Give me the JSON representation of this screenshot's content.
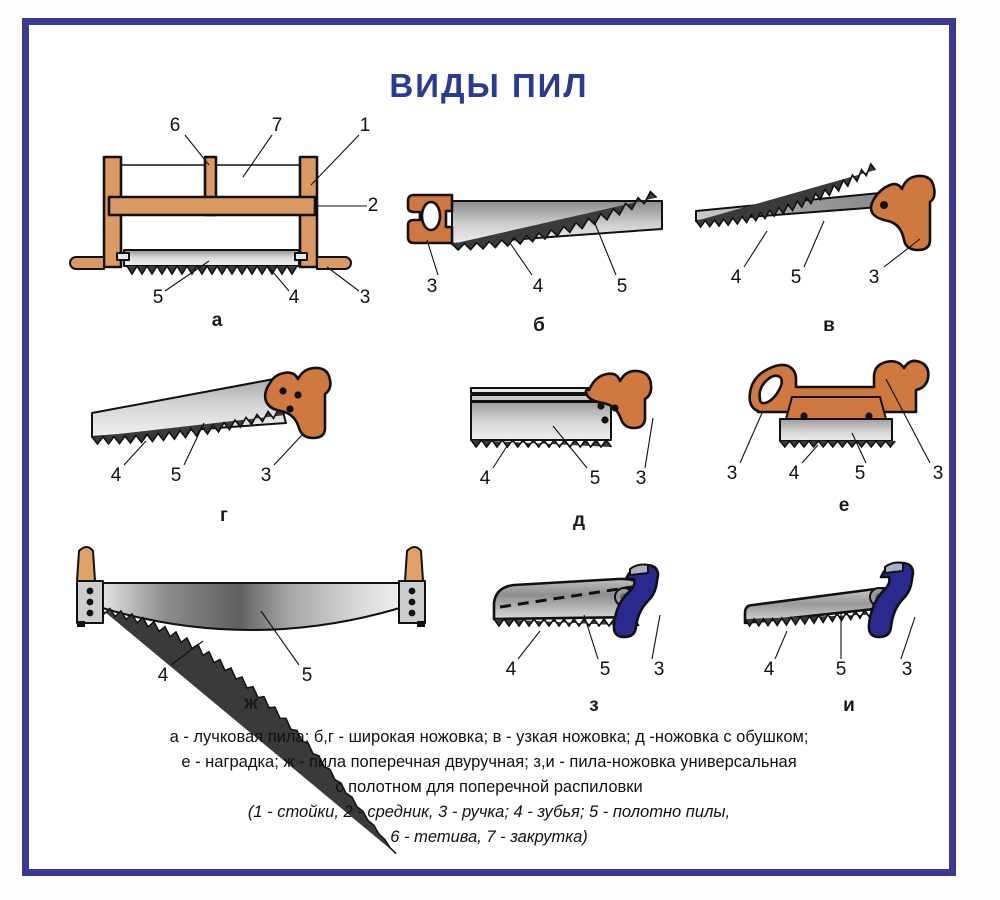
{
  "poster": {
    "title": "ВИДЫ ПИЛ",
    "border_color": "#3a3a94",
    "title_color": "#2b3a92",
    "handle_color": "#cf7840",
    "wood_color": "#d99a63",
    "blue_handle_color": "#2a2a8e"
  },
  "figures": [
    {
      "id": "a",
      "letter": "а",
      "name": "bow-saw",
      "callouts": [
        "6",
        "7",
        "1",
        "2",
        "5",
        "4",
        "3"
      ]
    },
    {
      "id": "b",
      "letter": "б",
      "name": "wide-hacksaw-left-handle",
      "callouts": [
        "3",
        "4",
        "5"
      ]
    },
    {
      "id": "v",
      "letter": "в",
      "name": "narrow-hacksaw",
      "callouts": [
        "4",
        "5",
        "3"
      ]
    },
    {
      "id": "g",
      "letter": "г",
      "name": "wide-hacksaw-tapered",
      "callouts": [
        "4",
        "5",
        "3"
      ]
    },
    {
      "id": "d",
      "letter": "д",
      "name": "backsaw",
      "callouts": [
        "4",
        "5",
        "3"
      ]
    },
    {
      "id": "e",
      "letter": "е",
      "name": "nagradka-saw",
      "callouts": [
        "3",
        "4",
        "5",
        "3"
      ]
    },
    {
      "id": "zh",
      "letter": "ж",
      "name": "two-man-crosscut-saw",
      "callouts": [
        "4",
        "5"
      ]
    },
    {
      "id": "z",
      "letter": "з",
      "name": "universal-folding-saw-closed",
      "callouts": [
        "4",
        "5",
        "3"
      ]
    },
    {
      "id": "i",
      "letter": "и",
      "name": "universal-folding-saw-open",
      "callouts": [
        "4",
        "5",
        "3"
      ]
    }
  ],
  "caption": {
    "line1": "а - лучковая пила; б,г - широкая ножовка; в - узкая ножовка; д -ножовка с обушком;",
    "line2": "е - наградка; ж - пила поперечная двуручная; з,и - пила-ножовка универсальная",
    "line3": "с полотном для поперечной распиловки",
    "line4": "(1 - стойки, 2 - средник, 3 - ручка; 4 - зубья; 5 - полотно пилы,",
    "line5": "6 - тетива, 7 - закрутка)"
  }
}
